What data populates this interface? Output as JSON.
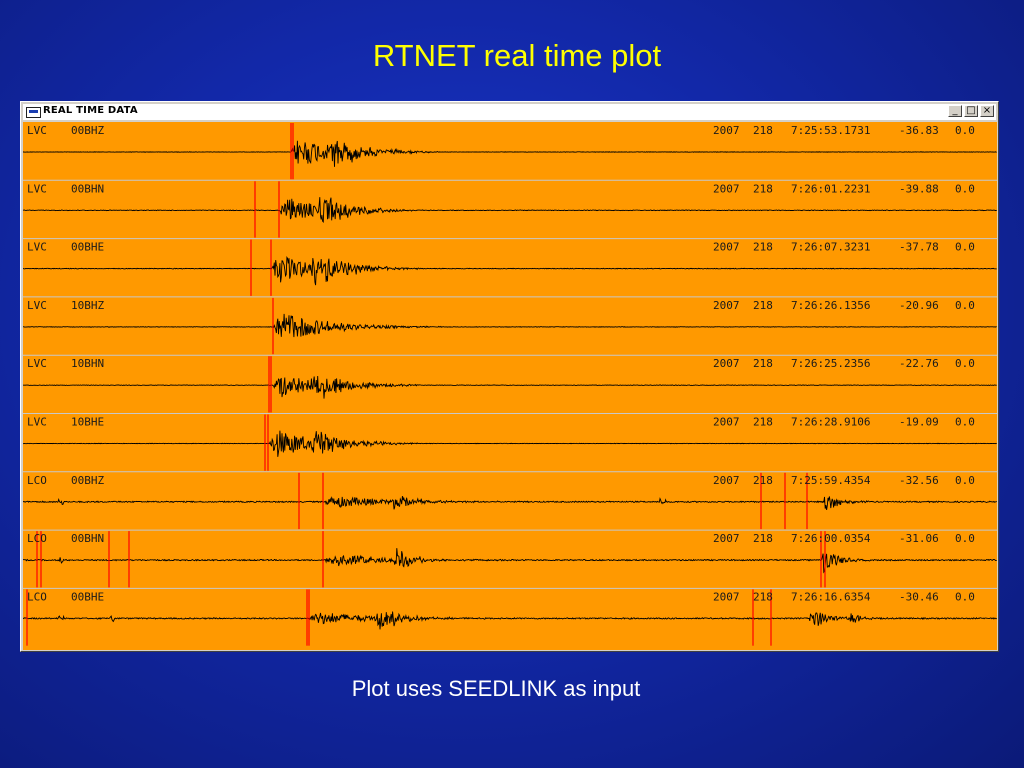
{
  "slide": {
    "title": "RTNET real time plot",
    "caption": "Plot uses SEEDLINK as input"
  },
  "window": {
    "title": "REAL TIME DATA",
    "buttons": {
      "minimize": "_",
      "maximize": "□",
      "close": "×"
    }
  },
  "colors": {
    "plot_background": "#ff9900",
    "trace": "#000000",
    "pick_marker": "#ff0000",
    "title_text": "#ffff00"
  },
  "traces": [
    {
      "station": "LVC",
      "channel": "00BHZ",
      "year": "2007",
      "day": "218",
      "time": "7:25:53.1731",
      "value": "-36.83",
      "extra": "0.0"
    },
    {
      "station": "LVC",
      "channel": "00BHN",
      "year": "2007",
      "day": "218",
      "time": "7:26:01.2231",
      "value": "-39.88",
      "extra": "0.0"
    },
    {
      "station": "LVC",
      "channel": "00BHE",
      "year": "2007",
      "day": "218",
      "time": "7:26:07.3231",
      "value": "-37.78",
      "extra": "0.0"
    },
    {
      "station": "LVC",
      "channel": "10BHZ",
      "year": "2007",
      "day": "218",
      "time": "7:26:26.1356",
      "value": "-20.96",
      "extra": "0.0"
    },
    {
      "station": "LVC",
      "channel": "10BHN",
      "year": "2007",
      "day": "218",
      "time": "7:26:25.2356",
      "value": "-22.76",
      "extra": "0.0"
    },
    {
      "station": "LVC",
      "channel": "10BHE",
      "year": "2007",
      "day": "218",
      "time": "7:26:28.9106",
      "value": "-19.09",
      "extra": "0.0"
    },
    {
      "station": "LCO",
      "channel": "00BHZ",
      "year": "2007",
      "day": "218",
      "time": "7:25:59.4354",
      "value": "-32.56",
      "extra": "0.0"
    },
    {
      "station": "LCO",
      "channel": "00BHN",
      "year": "2007",
      "day": "218",
      "time": "7:26:00.0354",
      "value": "-31.06",
      "extra": "0.0"
    },
    {
      "station": "LCO",
      "channel": "00BHE",
      "year": "2007",
      "day": "218",
      "time": "7:26:16.6354",
      "value": "-30.46",
      "extra": "0.0"
    }
  ]
}
